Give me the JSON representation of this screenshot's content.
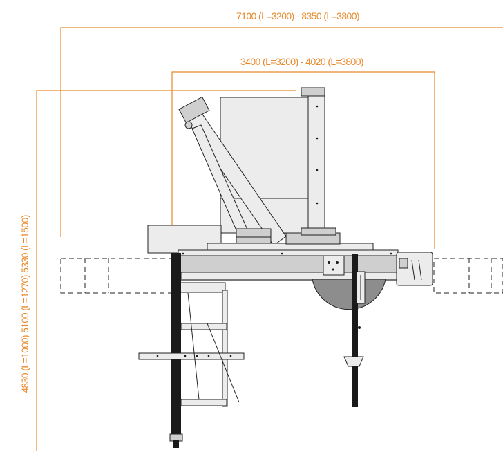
{
  "dimensions": {
    "overall_width": "7100 (L=3200) - 8350 (L=3800)",
    "table_width": "3400 (L=3200) - 4020 (L=3800)",
    "overall_depth": "4830 (L=1000) 5100 (L=1270) 5330 (L=1500)"
  },
  "colors": {
    "dimension_lines": "#e8892b",
    "machine_outline": "#222222",
    "panel_fill": "#ececec",
    "frame_fill": "#8d8d8d"
  }
}
